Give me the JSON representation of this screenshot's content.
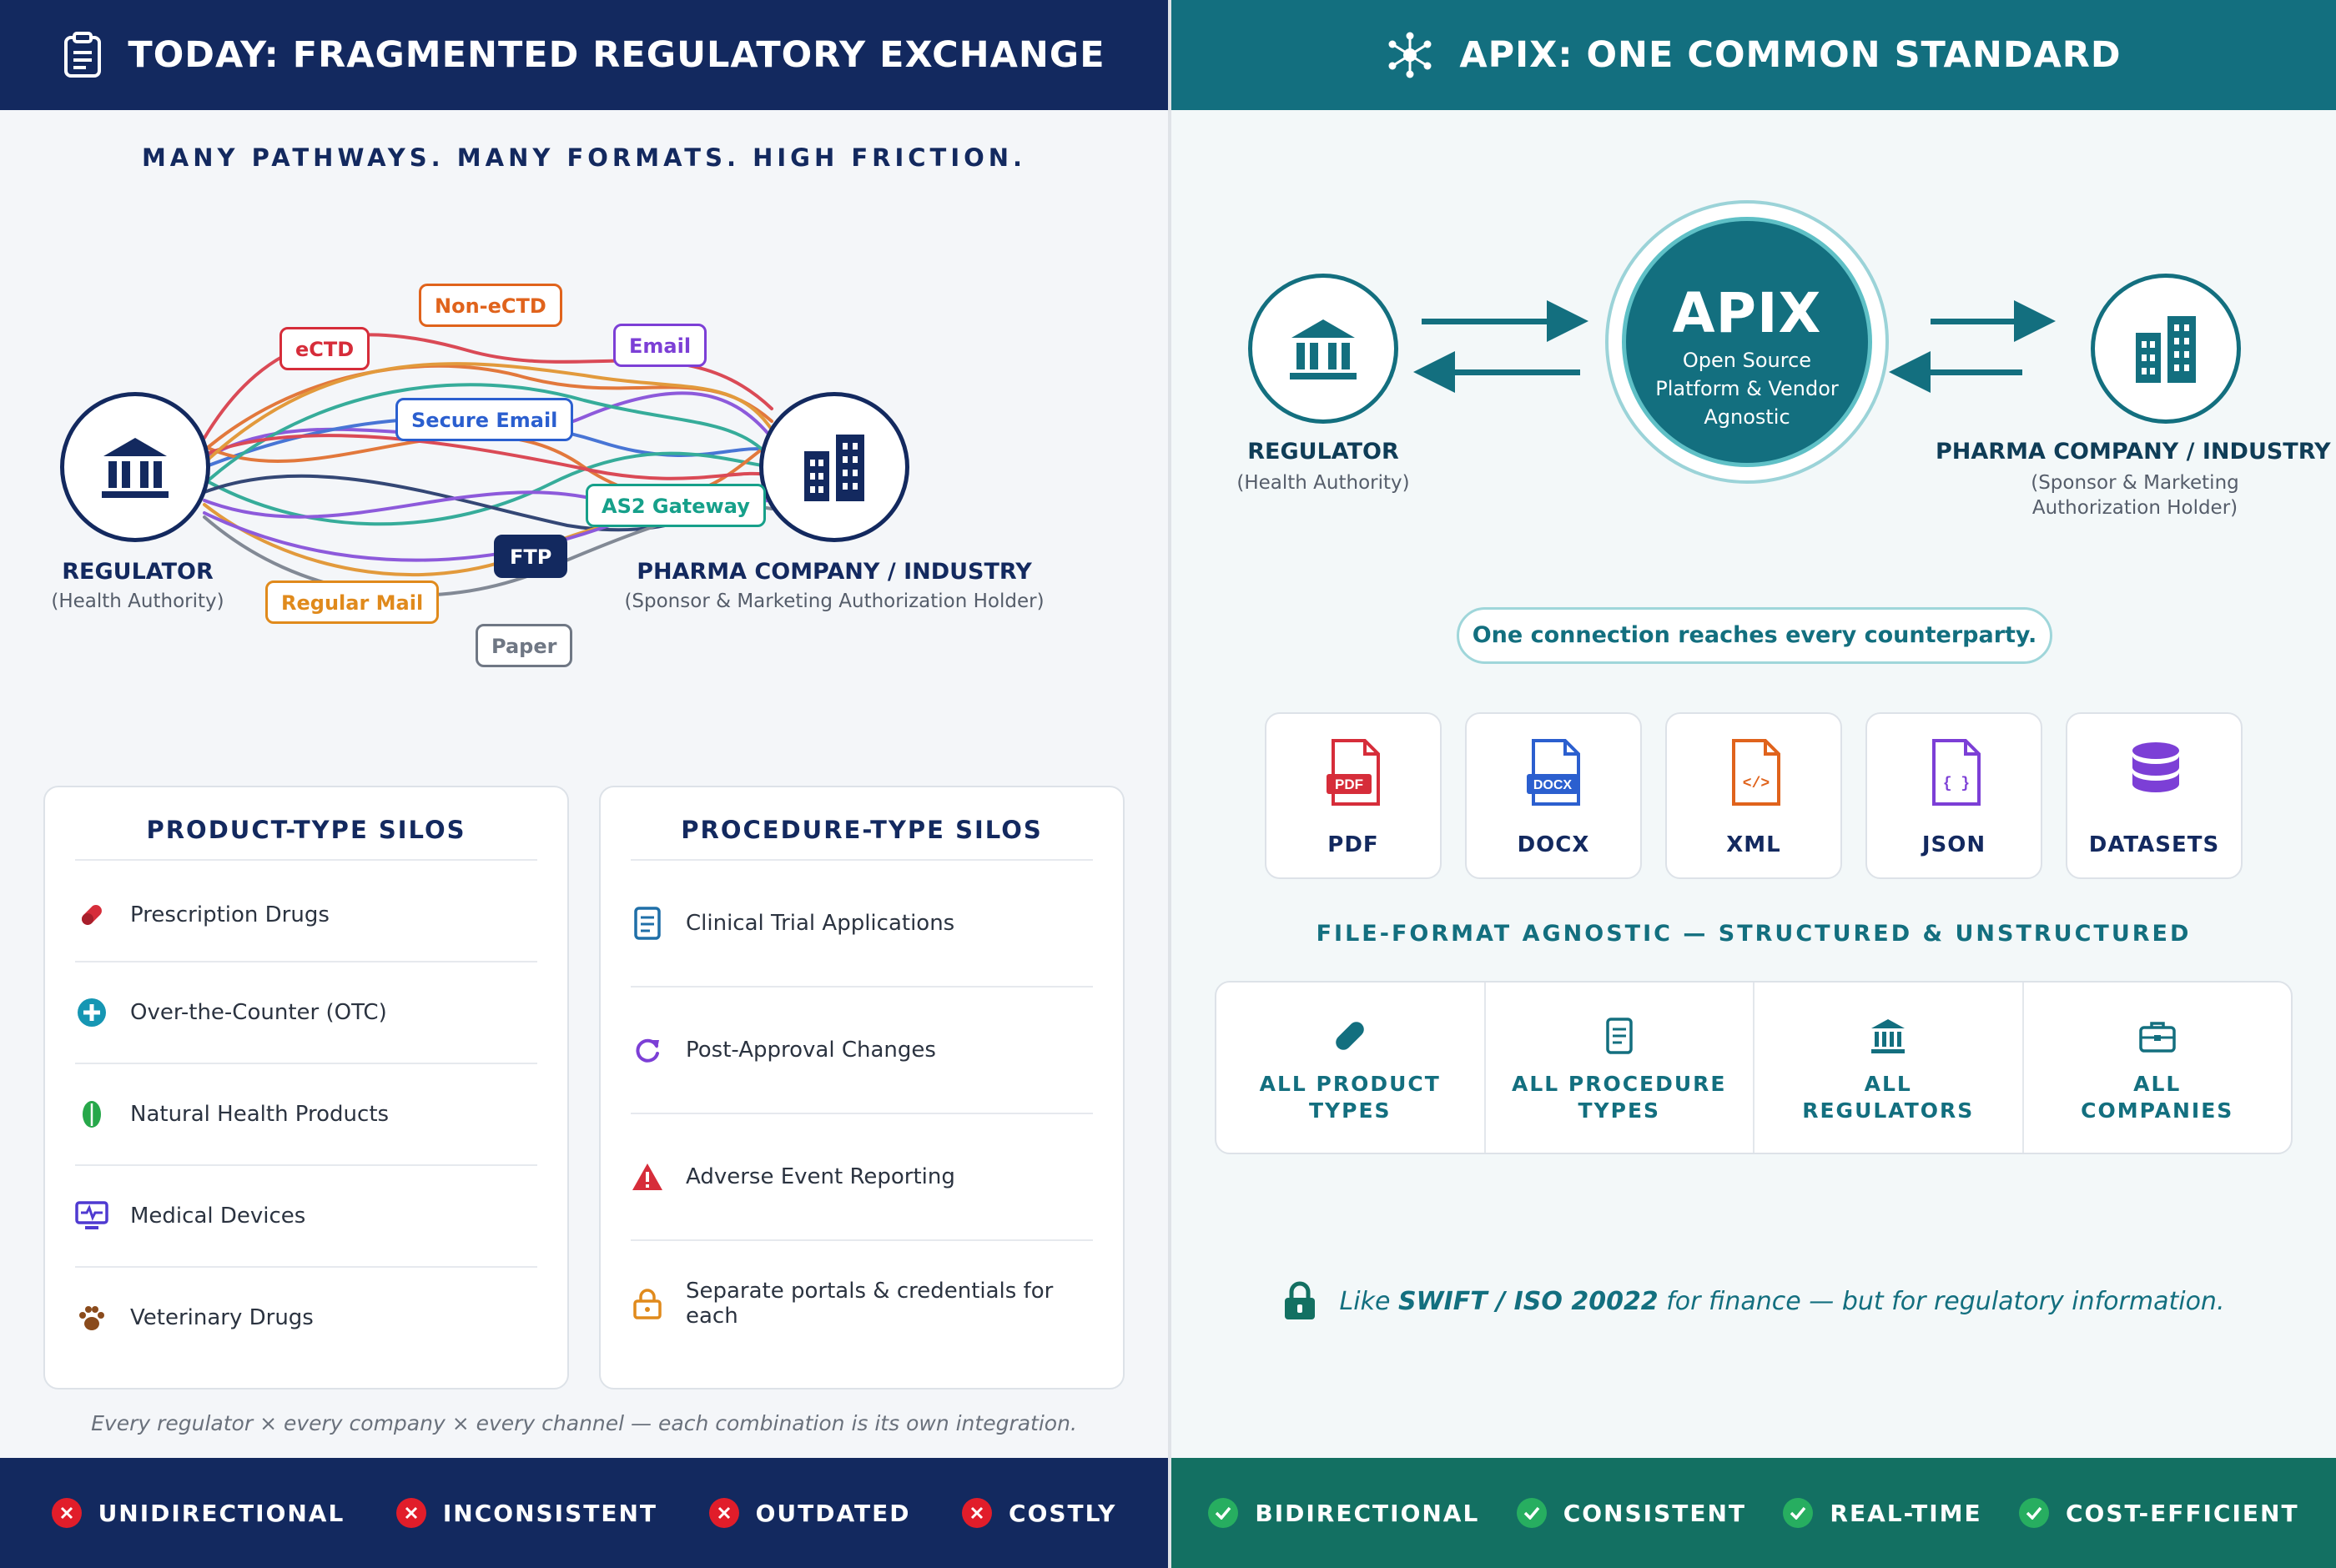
{
  "left": {
    "header_title": "TODAY: FRAGMENTED REGULATORY EXCHANGE",
    "subtitle": "MANY PATHWAYS. MANY FORMATS. HIGH FRICTION.",
    "regulator": {
      "label": "REGULATOR",
      "sub": "(Health Authority)"
    },
    "pharma": {
      "label": "PHARMA COMPANY / INDUSTRY",
      "sub": "(Sponsor & Marketing Authorization Holder)"
    },
    "channels": [
      {
        "label": "Non-eCTD",
        "color": "#e0631c"
      },
      {
        "label": "eCTD",
        "color": "#d62d3a"
      },
      {
        "label": "Email",
        "color": "#7c3fd6"
      },
      {
        "label": "Secure Email",
        "color": "#2b5fcf"
      },
      {
        "label": "AS2 Gateway",
        "color": "#16a08a"
      },
      {
        "label": "FTP",
        "color": "#13295f"
      },
      {
        "label": "Regular Mail",
        "color": "#e08a1c"
      },
      {
        "label": "Paper",
        "color": "#6f7784"
      }
    ],
    "product_silos": {
      "title": "PRODUCT-TYPE SILOS",
      "items": [
        "Prescription Drugs",
        "Over-the-Counter (OTC)",
        "Natural Health Products",
        "Medical Devices",
        "Veterinary Drugs"
      ]
    },
    "procedure_silos": {
      "title": "PROCEDURE-TYPE SILOS",
      "items": [
        "Clinical Trial Applications",
        "Post-Approval Changes",
        "Adverse Event Reporting",
        "Separate portals & credentials for each"
      ]
    },
    "caption": "Every regulator × every company × every channel — each combination is its own integration.",
    "footer": [
      "UNIDIRECTIONAL",
      "INCONSISTENT",
      "OUTDATED",
      "COSTLY"
    ]
  },
  "right": {
    "header_title": "APIX: ONE COMMON STANDARD",
    "apix": {
      "title": "APIX",
      "sub": "Open Source Platform & Vendor Agnostic"
    },
    "regulator": {
      "label": "REGULATOR",
      "sub": "(Health Authority)"
    },
    "pharma": {
      "label": "PHARMA COMPANY / INDUSTRY",
      "sub": "(Sponsor & Marketing Authorization Holder)"
    },
    "pill": "One connection reaches every counterparty.",
    "formats": [
      {
        "label": "PDF",
        "badge": "PDF"
      },
      {
        "label": "DOCX",
        "badge": "DOCX"
      },
      {
        "label": "XML",
        "badge": "</>"
      },
      {
        "label": "JSON",
        "badge": "{ }"
      },
      {
        "label": "DATASETS"
      }
    ],
    "format_caption": "FILE-FORMAT AGNOSTIC — STRUCTURED & UNSTRUCTURED",
    "coverage": [
      {
        "l1": "ALL PRODUCT",
        "l2": "TYPES"
      },
      {
        "l1": "ALL PROCEDURE",
        "l2": "TYPES"
      },
      {
        "l1": "ALL",
        "l2": "REGULATORS"
      },
      {
        "l1": "ALL",
        "l2": "COMPANIES"
      }
    ],
    "quote": {
      "pre": "Like ",
      "bold": "SWIFT / ISO 20022",
      "post": " for finance — but for regulatory information."
    },
    "footer": [
      "BIDIRECTIONAL",
      "CONSISTENT",
      "REAL-TIME",
      "COST-EFFICIENT"
    ]
  }
}
